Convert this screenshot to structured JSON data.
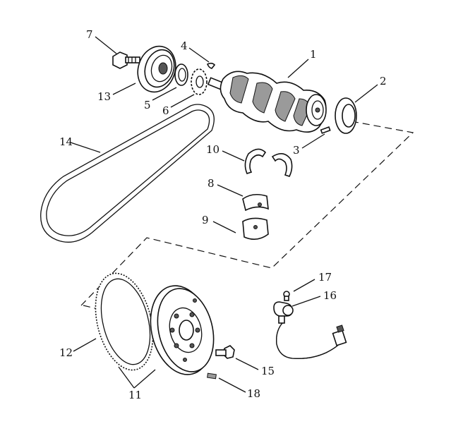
{
  "colors": {
    "ink": "#111111",
    "background": "#ffffff",
    "shade": "#9a9a9a"
  },
  "parts": [
    {
      "id": "crankshaft",
      "callout": "1"
    },
    {
      "id": "rear-oil-seal",
      "callout": "2"
    },
    {
      "id": "pin",
      "callout": "3"
    },
    {
      "id": "woodruff-key",
      "callout": "4"
    },
    {
      "id": "front-oil-seal",
      "callout": "5"
    },
    {
      "id": "timing-sprocket",
      "callout": "6"
    },
    {
      "id": "pulley-bolt",
      "callout": "7"
    },
    {
      "id": "main-bearing-upper",
      "callout": "8"
    },
    {
      "id": "main-bearing-lower",
      "callout": "9"
    },
    {
      "id": "thrust-washers",
      "callout": "10"
    },
    {
      "id": "flywheel-assembly",
      "callout": "11"
    },
    {
      "id": "ring-gear",
      "callout": "12"
    },
    {
      "id": "crankshaft-pulley",
      "callout": "13"
    },
    {
      "id": "drive-belt",
      "callout": "14"
    },
    {
      "id": "flywheel-bolt",
      "callout": "15"
    },
    {
      "id": "crankshaft-position-sensor",
      "callout": "16"
    },
    {
      "id": "sensor-bolt",
      "callout": "17"
    },
    {
      "id": "dowel",
      "callout": "18"
    }
  ]
}
